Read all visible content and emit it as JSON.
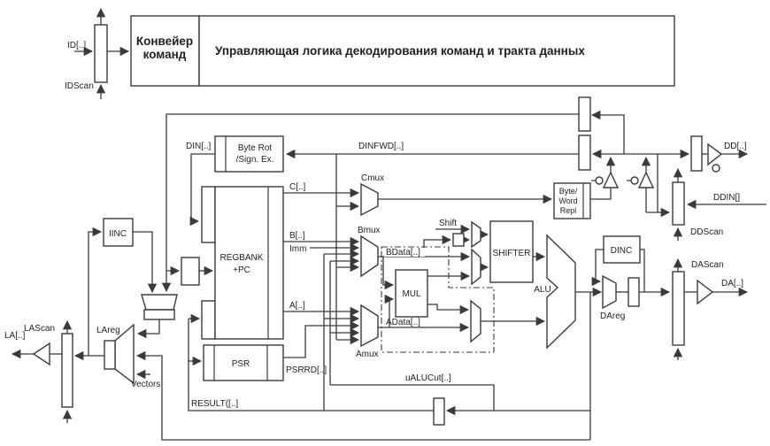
{
  "header": {
    "id_reg": {
      "input": "ID[..]",
      "scan": "IDScan"
    },
    "pipeline_box": {
      "line1": "Конвейер",
      "line2": "команд"
    },
    "control_box": {
      "title": "Управляющая логика декодирования команд и тракта данных"
    }
  },
  "blocks": {
    "byte_rot": {
      "line1": "Byte Rot",
      "line2": "/Sign. Ex."
    },
    "regbank": {
      "line1": "REGBANK",
      "line2": "+PC"
    },
    "psr": "PSR",
    "iinc": "IINC",
    "mul": "MUL",
    "shifter": "SHIFTER",
    "alu": "ALU",
    "dinc": "DINC",
    "byte_word": {
      "line1": "Byte/",
      "line2": "Word",
      "line3": "Repl"
    }
  },
  "muxes": {
    "cmux": "Cmux",
    "bmux": "Bmux",
    "amux": "Amux"
  },
  "signals": {
    "din": "DIN[..]",
    "dinfwd": "DINFWD[..]",
    "c": "C[..]",
    "b": "B[..]",
    "imm": "Imm",
    "a": "A[..]",
    "psrrd": "PSRRD[..]",
    "result": "RESULT([..]",
    "ualucut": "uALUCut[..]",
    "bdata": "BData[..]",
    "adata": "AData[..]",
    "shift": "Shift",
    "vectors": "Vectors",
    "la": "LA[..]",
    "lascan": "LAScan",
    "lareg": "LAreg",
    "dd": "DD[..]",
    "ddin": "DDIN[]",
    "ddscan": "DDScan",
    "dascan": "DAScan",
    "da": "DA[..]",
    "dareg": "DAreg"
  },
  "colors": {
    "line": "#3a3a3a",
    "text": "#1f1f1f",
    "background": "#ffffff"
  }
}
